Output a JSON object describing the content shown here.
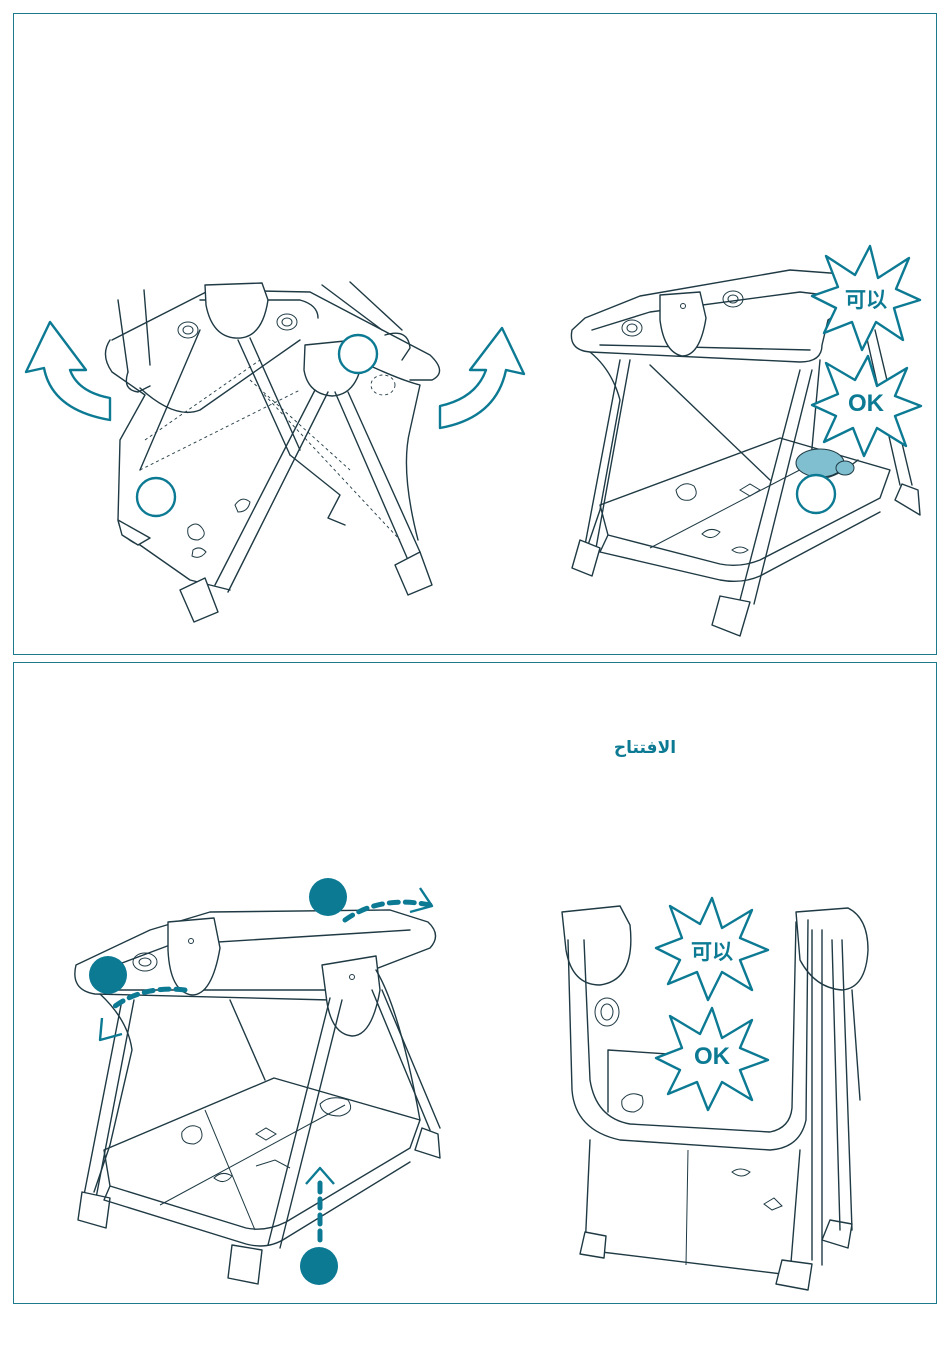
{
  "bursts": {
    "top_right": {
      "upper_text": "可以",
      "lower_text": "OK"
    },
    "bottom_right": {
      "upper_text": "可以",
      "lower_text": "OK"
    }
  },
  "section_title": "الافتتاح",
  "icons": [
    "rotate-arrow-left",
    "rotate-arrow-right",
    "dashed-arrow",
    "starburst",
    "step-marker"
  ],
  "colors": {
    "accent": "#0d7a94",
    "border": "#1d7a8c",
    "line_art": "#1f3a44",
    "background": "#ffffff"
  }
}
